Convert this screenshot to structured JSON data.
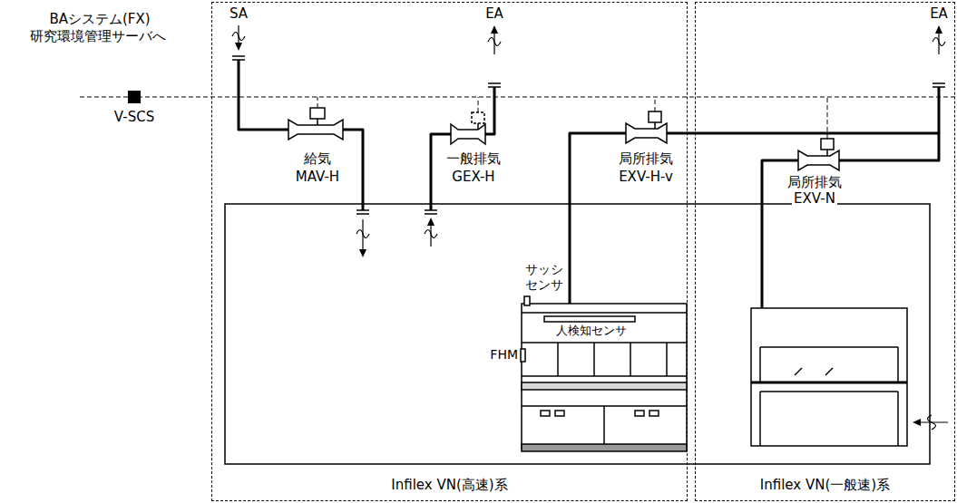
{
  "diagram": {
    "nodes": [
      {
        "text": [
          "Infilex VN(高速)系"
        ]
      },
      {
        "text": [
          "Infilex VN(一般速)系"
        ]
      }
    ],
    "labels": [
      "BAシステム(FX)",
      "研究環境管理サーバへ",
      "V-SCS",
      "SA",
      "EA",
      "EA",
      "給気",
      "MAV-H",
      "一般排気",
      "GEX-H",
      "局所排気",
      "EXV-H-v",
      "局所排気",
      "EXV-N",
      "サッシ センサ",
      "人検知センサ",
      "FHM"
    ]
  }
}
